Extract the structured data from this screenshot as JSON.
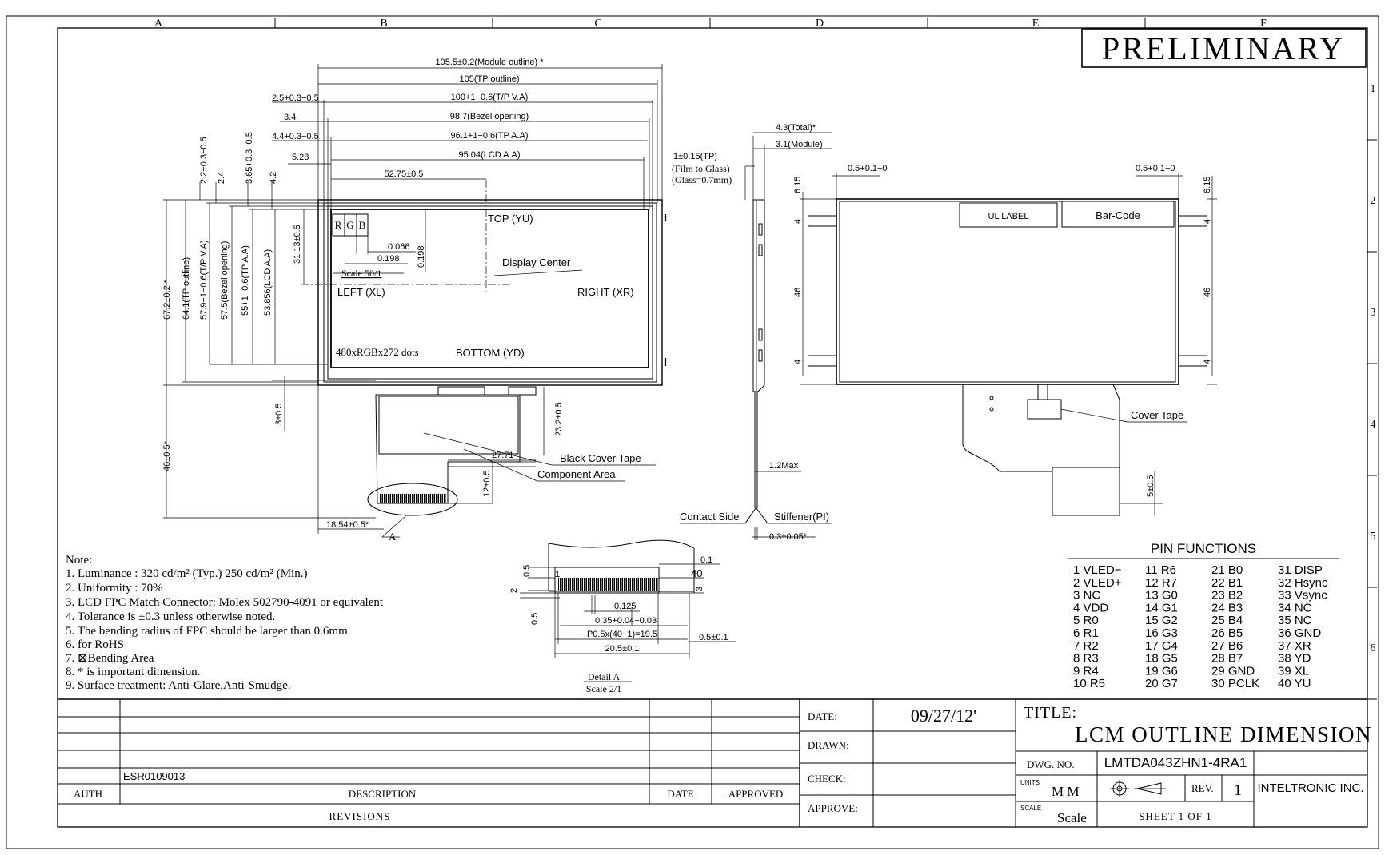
{
  "sheet": {
    "col_letters": [
      "A",
      "B",
      "C",
      "D",
      "E",
      "F"
    ],
    "row_numbers": [
      "1",
      "2",
      "3",
      "4",
      "5",
      "6"
    ],
    "stamp": "PRELIMINARY"
  },
  "front_view": {
    "dims": {
      "module_outline": "105.5±0.2(Module outline) *",
      "tp_outline": "105(TP outline)",
      "tp_va": "100+1−0.6(T/P V.A)",
      "bezel_opening": "98.7(Bezel opening)",
      "tp_aa": "96.1+1−0.6(TP A.A)",
      "lcd_aa": "95.04(LCD A.A)",
      "half_width": "52.75±0.5",
      "left_2_5": "2.5+0.3−0.5",
      "left_3_4": "3.4",
      "left_4_4": "4.4+0.3−0.5",
      "left_5_23": "5.23",
      "v_2_2": "2.2+0.3−0.5",
      "v_2_4": "2.4",
      "v_3_65": "3.65+0.3−0.5",
      "v_4_2": "4.2",
      "h_67_2": "67.2±0.2 *",
      "h_64_1": "64.1(TP outline)",
      "h_57_9": "57.9+1−0.6(T/P V.A)",
      "h_57_5": "57.5(Bezel opening)",
      "h_55": "55+1−0.6(TP A.A)",
      "h_53_856": "53.856(LCD A.A)",
      "h_31_13": "31.13±0.5",
      "pixel_0_066": "0.066",
      "pixel_0_198a": "0.198",
      "pixel_0_198b": "0.198",
      "fpc_3": "3±0.5",
      "fpc_46": "46±0.5*",
      "fpc_23_2": "23.2±0.5",
      "fpc_27_71": "27.71",
      "fpc_12": "12±0.5",
      "fpc_18_54": "18.54±0.5*"
    },
    "labels": {
      "rgb": [
        "R",
        "G",
        "B"
      ],
      "scale": "Scale 50/1",
      "top": "TOP (YU)",
      "display_center": "Display Center",
      "left": "LEFT (XL)",
      "right": "RIGHT (XR)",
      "resolution": "480xRGBx272 dots",
      "bottom": "BOTTOM (YD)",
      "black_cover_tape": "Black Cover Tape",
      "component_area": "Component Area",
      "detail_ref": "A"
    }
  },
  "side_view": {
    "total": "4.3(Total)*",
    "module": "3.1(Module)",
    "tp": "1±0.15(TP)",
    "film": "(Film to Glass)",
    "glass": "(Glass=0.7mm)",
    "max": "1.2Max",
    "contact_side": "Contact Side",
    "stiffener": "Stiffener(PI)",
    "thickness": "0.3±0.05*"
  },
  "rear_view": {
    "dim_left_gap": "0.5+0.1−0",
    "dim_right_gap": "0.5+0.1−0",
    "dim_6_15a": "6.15",
    "dim_6_15b": "6.15",
    "dim_4a": "4",
    "dim_4b": "4",
    "dim_4c": "4",
    "dim_4d": "4",
    "dim_46a": "46",
    "dim_46b": "46",
    "dim_5": "5±0.5",
    "ul_label": "UL LABEL",
    "bar_code": "Bar-Code",
    "cover_tape": "Cover Tape"
  },
  "detail": {
    "dim_0_5a": "0.5",
    "dim_1": "1",
    "dim_2": "2",
    "dim_0_5b": "0.5",
    "dim_0_1": "0.1",
    "dim_40": "40",
    "dim_3": "3",
    "dim_0_125": "0.125",
    "dim_0_35": "0.35+0.04−0.03",
    "pitch": "P0.5x(40−1)=19.5",
    "dim_0_5c": "0.5±0.1",
    "width": "20.5±0.1",
    "title": "Detail A",
    "scale": "Scale 2/1"
  },
  "notes": {
    "heading": "Note:",
    "lines": [
      "1. Luminance :   320 cd/m² (Typ.)  250 cd/m² (Min.)",
      "2. Uniformity :   70%",
      "3. LCD FPC Match Connector: Molex 502790-4091  or equivalent",
      "4. Tolerance is ±0.3 unless otherwise noted.",
      "5. The bending radius of FPC should be larger than 0.6mm",
      "6. for RoHS",
      "7. ⊠Bending Area",
      "8. *  is important dimension.",
      "9. Surface treatment: Anti-Glare,Anti-Smudge."
    ]
  },
  "pin_functions": {
    "title": "PIN  FUNCTIONS",
    "columns": [
      [
        "1  VLED−",
        "2  VLED+",
        "3  NC",
        "4  VDD",
        "5  R0",
        "6  R1",
        "7  R2",
        "8  R3",
        "9  R4",
        "10  R5"
      ],
      [
        "11  R6",
        "12  R7",
        "13  G0",
        "14  G1",
        "15  G2",
        "16  G3",
        "17  G4",
        "18  G5",
        "19  G6",
        "20  G7"
      ],
      [
        "21  B0",
        "22  B1",
        "23  B2",
        "24  B3",
        "25  B4",
        "26  B5",
        "27  B6",
        "28  B7",
        "29  GND",
        "30  PCLK"
      ],
      [
        "31  DISP",
        "32  Hsync",
        "33  Vsync",
        "34  NC",
        "35  NC",
        "36  GND",
        "37  XR",
        "38  YD",
        "39  XL",
        "40  YU"
      ]
    ]
  },
  "revisions": {
    "entry": "ESR0109013",
    "auth": "AUTH",
    "description": "DESCRIPTION",
    "date": "DATE",
    "approved": "APPROVED",
    "footer": "REVISIONS"
  },
  "title_block": {
    "date_label": "DATE:",
    "date_value": "09/27/12'",
    "drawn_label": "DRAWN:",
    "check_label": "CHECK:",
    "approve_label": "APPROVE:",
    "title_label": "TITLE:",
    "title": "LCM OUTLINE DIMENSION",
    "dwg_label": "DWG. NO.",
    "dwg_value": "LMTDA043ZHN1-4RA1",
    "units_label": "UNITS",
    "units_value": "M M",
    "rev_label": "REV.",
    "rev_value": "1",
    "company": "INTELTRONIC INC.",
    "scale_label": "SCALE",
    "scale_value": "Scale",
    "sheet": "SHEET  1  OF  1"
  }
}
